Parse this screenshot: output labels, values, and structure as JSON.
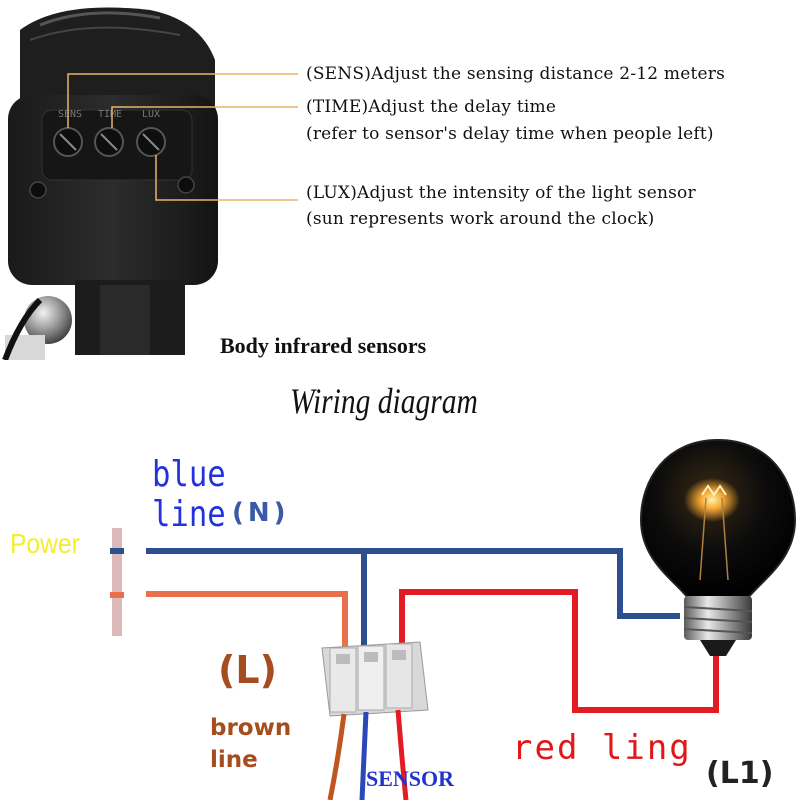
{
  "annotations": {
    "sens": "(SENS)Adjust the sensing distance 2-12 meters",
    "time_line1": "(TIME)Adjust the delay time",
    "time_line2": "(refer to  sensor's delay time when people left)",
    "lux_line1": "(LUX)Adjust the intensity of the light sensor",
    "lux_line2": "(sun represents work around the clock)"
  },
  "knob_labels": [
    "SENS",
    "TIME",
    "LUX"
  ],
  "sensor_caption": "Body infrared sensors",
  "wiring": {
    "title": "Wiring diagram",
    "blue_line": [
      "blue",
      "line"
    ],
    "neutral": "(N)",
    "power": "Power",
    "live": "(L)",
    "brown_line": [
      "brown",
      "line"
    ],
    "sensor": "SENSOR",
    "red_line": "red ling",
    "l1": "(L1)"
  },
  "colors": {
    "blue_wire": "#2e4f8f",
    "brown_wire": "#e8704a",
    "red_wire": "#e31c24",
    "annotation_line": "#e9b36a",
    "power_text": "#f2ee30",
    "blue_text": "#2233dd",
    "brown_text": "#a54d1e",
    "red_text": "#e01818"
  }
}
